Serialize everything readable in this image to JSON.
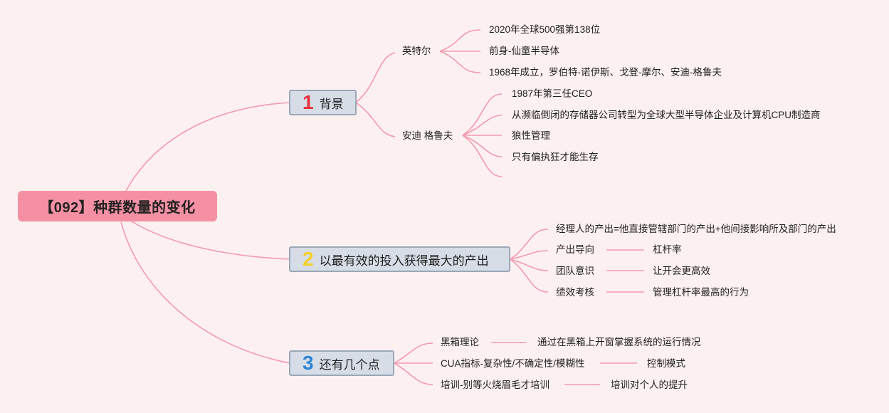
{
  "root": {
    "title": "【092】种群数量的变化"
  },
  "branches": [
    {
      "number": "1",
      "label": "背景",
      "children": [
        {
          "label": "英特尔",
          "children": [
            "2020年全球500强第138位",
            "前身-仙童半导体",
            "1968年成立，罗伯特-诺伊斯、戈登-摩尔、安迪-格鲁夫"
          ]
        },
        {
          "label": "安迪 格鲁夫",
          "children": [
            "1987年第三任CEO",
            "从濒临倒闭的存储器公司转型为全球大型半导体企业及计算机CPU制造商",
            "狼性管理",
            "只有偏执狂才能生存"
          ]
        }
      ]
    },
    {
      "number": "2",
      "label": "以最有效的投入获得最大的产出",
      "children": [
        {
          "label": "经理人的产出=他直接管辖部门的产出+他间接影响所及部门的产出"
        },
        {
          "label": "产出导向",
          "detail": "杠杆率"
        },
        {
          "label": "团队意识",
          "detail": "让开会更高效"
        },
        {
          "label": "绩效考核",
          "detail": "管理杠杆率最高的行为"
        }
      ]
    },
    {
      "number": "3",
      "label": "还有几个点",
      "children": [
        {
          "label": "黑箱理论",
          "detail": "通过在黑箱上开窗掌握系统的运行情况"
        },
        {
          "label": "CUA指标-复杂性/不确定性/模糊性",
          "detail": "控制模式"
        },
        {
          "label": "培训-别等火烧眉毛才培训",
          "detail": "培训对个人的提升"
        }
      ]
    }
  ],
  "colors": {
    "line": "#f39ab2",
    "root": "#f590a4",
    "branch_fill": "#d7dde6",
    "branch_border": "#9aa8b8",
    "background": "#fdf0f1"
  }
}
